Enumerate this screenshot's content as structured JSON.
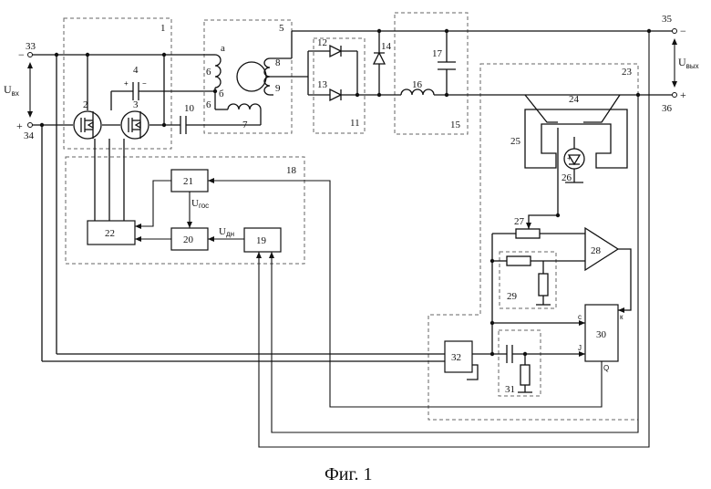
{
  "figure": {
    "caption": "Фиг. 1",
    "terminals": {
      "input_upper": "33",
      "input_lower": "34",
      "output_upper": "35",
      "output_lower": "36",
      "input_voltage": "U",
      "input_voltage_sub": "вх",
      "output_voltage": "U",
      "output_voltage_sub": "вых",
      "minus": "−",
      "plus": "+"
    },
    "block_numbers": {
      "b1": "1",
      "b2": "2",
      "b3": "3",
      "b4": "4",
      "b5": "5",
      "b6a": "6",
      "b6b": "6",
      "b7": "7",
      "b8": "8",
      "b9": "9",
      "b10": "10",
      "b11": "11",
      "b12": "12",
      "b13": "13",
      "b14": "14",
      "b15": "15",
      "b16": "16",
      "b17": "17",
      "b18": "18",
      "b19": "19",
      "b20": "20",
      "b21": "21",
      "b22": "22",
      "b23": "23",
      "b24": "24",
      "b25": "25",
      "b26": "26",
      "b27": "27",
      "b28": "28",
      "b29": "29",
      "b30": "30",
      "b31": "31",
      "b32": "32"
    },
    "winding_marks": {
      "a": "а",
      "b": "б"
    },
    "signals": {
      "feedback": "U",
      "feedback_sub": "гос",
      "current_sensor": "U",
      "current_sensor_sub": "дн"
    },
    "pins": {
      "c": "с",
      "k": "к",
      "j": "J",
      "q": "Q"
    },
    "polarity": {
      "plus": "+",
      "minus": "−"
    }
  }
}
